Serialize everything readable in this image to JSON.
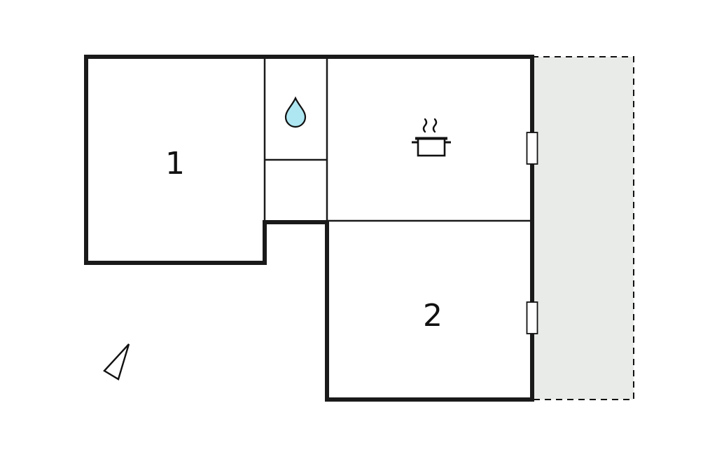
{
  "floorplan": {
    "title": "apartment-floor-plan",
    "room_1": {
      "label": "1"
    },
    "room_2": {
      "label": "2"
    },
    "colors": {
      "wall": "#1a1a1a",
      "interior_wall": "#1a1a1a",
      "terrace_fill": "#e8ebe8",
      "water_drop_fill": "#aee7f2",
      "background": "#ffffff"
    },
    "icons": {
      "bathroom": "water-drop-icon",
      "kitchen": "cooking-pot-icon",
      "orientation": "north-arrow-icon",
      "openings": [
        "window-marker-top",
        "window-marker-bottom"
      ]
    }
  }
}
